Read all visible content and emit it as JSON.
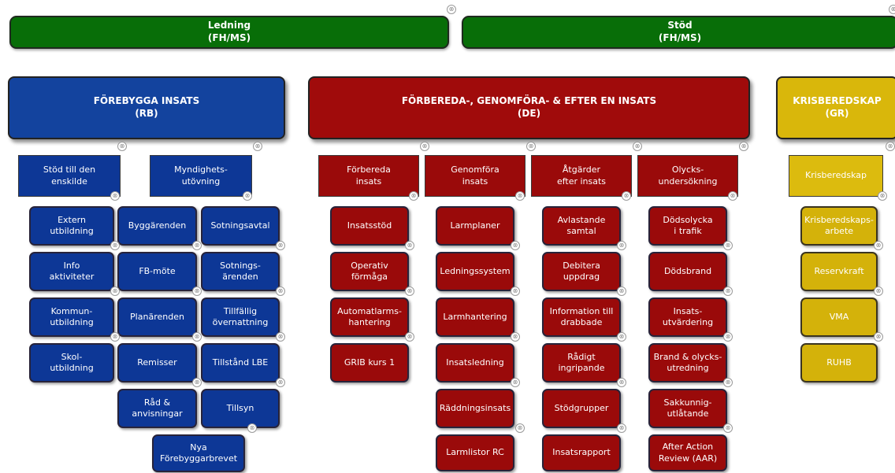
{
  "top": {
    "ledning": "Ledning\n(FH/MS)",
    "stod": "Stöd\n(FH/MS)"
  },
  "rb": {
    "title": "FÖREBYGGA INSATS\n(RB)",
    "stod_enskilde": "Stöd till den\nenskilde",
    "myndighet": "Myndighets-\nutövning",
    "col1": [
      "Extern\nutbildning",
      "Info\naktiviteter",
      "Kommun-\nutbildning",
      "Skol-\nutbildning"
    ],
    "col2": [
      "Byggärenden",
      "FB-möte",
      "Planärenden",
      "Remisser",
      "Råd &\nanvisningar"
    ],
    "col3": [
      "Sotningsavtal",
      "Sotnings-\närenden",
      "Tillfällig\növernattning",
      "Tillstånd LBE",
      "Tillsyn"
    ],
    "nya": "Nya\nFörebyggarbrevet"
  },
  "de": {
    "title": "FÖRBEREDA-, GENOMFÖRA- & EFTER EN INSATS\n(DE)",
    "headers": [
      "Förbereda\ninsats",
      "Genomföra\ninsats",
      "Åtgärder\nefter insats",
      "Olycks-\nundersökning"
    ],
    "col1": [
      "Insatsstöd",
      "Operativ\nförmåga",
      "Automatlarms-\nhantering",
      "GRIB kurs 1"
    ],
    "col2": [
      "Larmplaner",
      "Ledningssystem",
      "Larmhantering",
      "Insatsledning",
      "Räddningsinsats",
      "Larmlistor RC"
    ],
    "col3": [
      "Avlastande\nsamtal",
      "Debitera\nuppdrag",
      "Information till\ndrabbade",
      "Rådigt\ningripande",
      "Stödgrupper",
      "Insatsrapport"
    ],
    "col4": [
      "Dödsolycka\ni trafik",
      "Dödsbrand",
      "Insats-\nutvärdering",
      "Brand & olycks-\nutredning",
      "Sakkunnig-\nutlåtande",
      "After Action\nReview (AAR)"
    ]
  },
  "gr": {
    "title": "KRISBEREDSKAP\n(GR)",
    "sub": "Krisberedskap",
    "items": [
      "Krisberedskaps-\narbete",
      "Reservkraft",
      "VMA",
      "RUHB"
    ]
  },
  "colors": {
    "lead_green": "#086e08",
    "rb_blue": "#0d3796",
    "de_red": "#9a0a0a",
    "gr_gold": "#d4b20a"
  },
  "collapse_icon": "collapse-circle-icon"
}
